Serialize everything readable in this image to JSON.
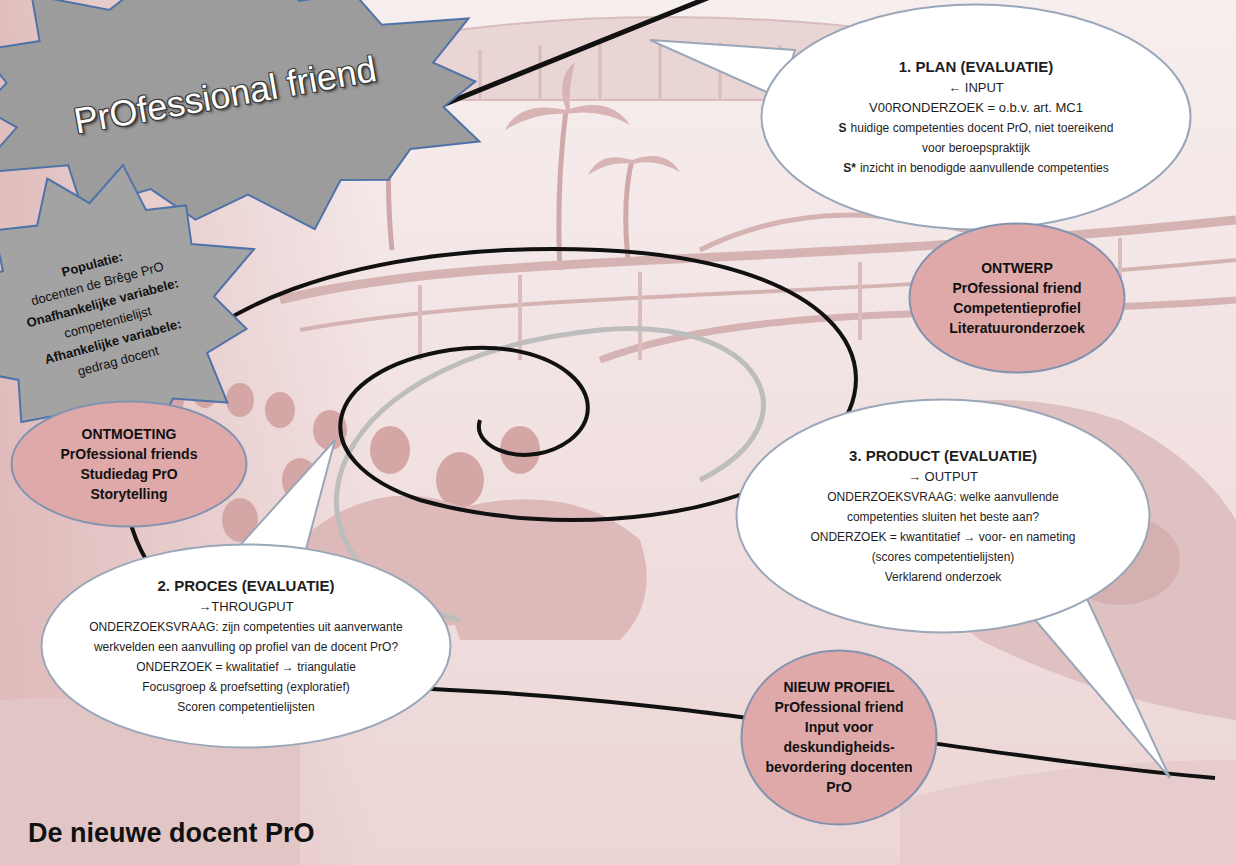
{
  "diagram": {
    "title": "De nieuwe docent PrO",
    "nodes": [
      {
        "text": [
          "PrOfessional friend"
        ]
      },
      {
        "text": [
          "1. PLAN (EVALUATIE)",
          "← INPUT",
          "V00RONDERZOEK = o.b.v. art. MC1",
          "S",
          "huidige competenties docent PrO, niet toereikend voor beroepspraktijk",
          "S*",
          "inzicht in benodigde aanvullende competenties"
        ]
      },
      {
        "text": [
          "Populatie:",
          "docenten de Brêge PrO",
          "Onafhankelijke variabele:",
          "competentielijst",
          "Afhankelijke variabele:",
          "gedrag docent"
        ]
      },
      {
        "text": [
          "ONTWERP",
          "PrOfessional friend",
          "Competentieprofiel",
          "Literatuuronderzoek"
        ]
      },
      {
        "text": [
          "ONTMOETING",
          "PrOfessional friends",
          "Studiedag PrO",
          "Storytelling"
        ]
      },
      {
        "text": [
          "3. PRODUCT (EVALUATIE)",
          "→ OUTPUT",
          "ONDERZOEKSVRAAG: welke aanvullende competenties sluiten het beste aan?",
          "ONDERZOEK = kwantitatief → voor- en nameting (scores competentielijsten)",
          "Verklarend onderzoek"
        ]
      },
      {
        "text": [
          "2. PROCES (EVALUATIE)",
          "→THROUGPUT",
          "ONDERZOEKSVRAAG: zijn competenties uit aanverwante werkvelden een aanvulling op profiel van de docent PrO?",
          "ONDERZOEK = kwalitatief → triangulatie",
          "Focusgroep & proefsetting (exploratief)",
          "Scoren competentielijsten"
        ]
      },
      {
        "text": [
          "NIEUW PROFIEL",
          "PrOfessional friend",
          "Input voor deskundigheids-bevordering docenten PrO"
        ]
      }
    ]
  }
}
